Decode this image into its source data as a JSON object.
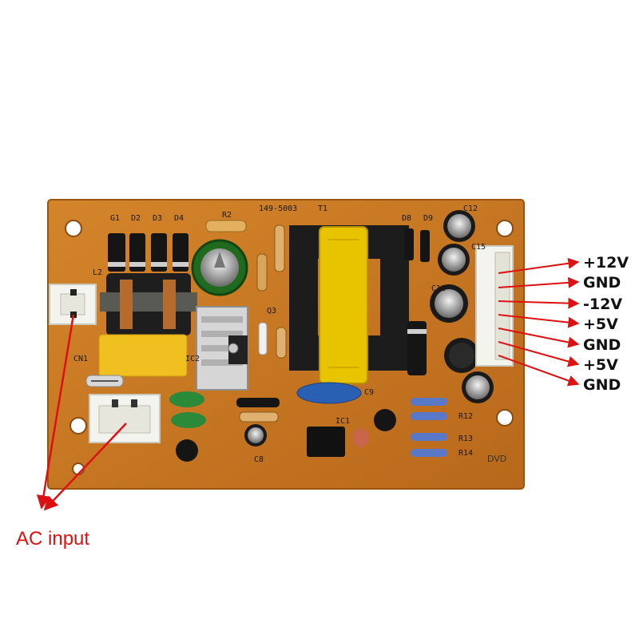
{
  "ac_input_label": "AC input",
  "output_pins": [
    "+12V",
    "GND",
    "-12V",
    "+5V",
    "GND",
    "+5V",
    "GND"
  ],
  "board_marking": "DVD",
  "silkscreen": {
    "g1": "G1",
    "d2": "D2",
    "d3": "D3",
    "d4": "D4",
    "r2": "R2",
    "t1": "T1",
    "part_no": "149-5003",
    "d8": "D8",
    "d9": "D9",
    "c12": "C12",
    "c15": "C15",
    "l2": "L2",
    "cn1": "CN1",
    "ic2": "IC2",
    "q3": "Q3",
    "c11": "C11",
    "c9": "C9",
    "ic1": "IC1",
    "c8": "C8",
    "r12": "R12",
    "r13": "R13",
    "r14": "R14"
  },
  "colors": {
    "pcb": "#c8781e",
    "pcb_edge": "#9c5410",
    "arrow": "#dd1111",
    "transformer_core": "#1c1c1c",
    "transformer_winding": "#e8c400",
    "connector": "#f4f4ee",
    "x_cap": "#f0c020"
  }
}
